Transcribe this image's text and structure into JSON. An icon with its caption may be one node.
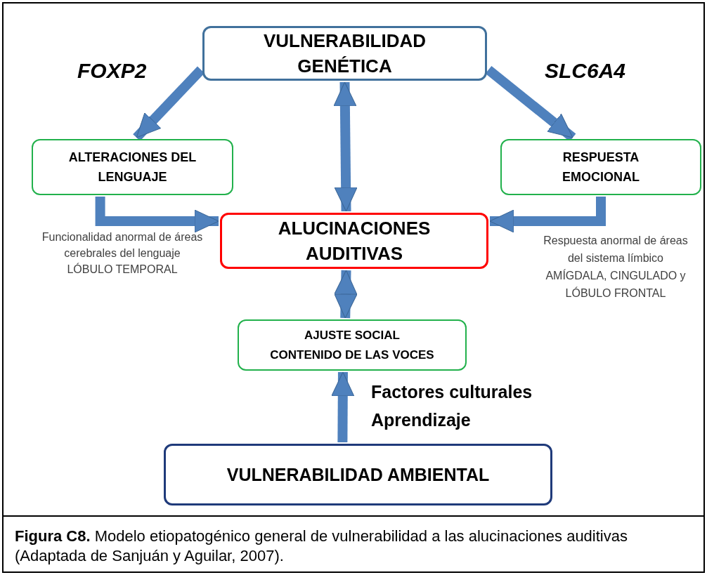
{
  "diagram": {
    "caption": "**Figura C8.** Modelo etiopatogénico general de vulnerabilidad a las alucinaciones auditivas (Adaptada de Sanjuán y Aguilar, 2007).",
    "nodes": [
      {
        "text": [
          "VULNERABILIDAD GENÉTICA"
        ]
      },
      {
        "text": [
          "ALTERACIONES DEL LENGUAJE"
        ]
      },
      {
        "text": [
          "RESPUESTA EMOCIONAL"
        ]
      },
      {
        "text": [
          "ALUCINACIONES AUDITIVAS"
        ]
      },
      {
        "text": [
          "AJUSTE SOCIAL CONTENIDO DE LAS VOCES"
        ]
      },
      {
        "text": [
          "VULNERABILIDAD AMBIENTAL"
        ]
      }
    ],
    "edges": [
      {
        "from": 0,
        "to": 1,
        "arrow": "to",
        "label": "FOXP2"
      },
      {
        "from": 0,
        "to": 2,
        "arrow": "to",
        "label": "SLC6A4"
      },
      {
        "from": 0,
        "to": 3,
        "arrow": "both"
      },
      {
        "from": 1,
        "to": 3,
        "arrow": "to"
      },
      {
        "from": 2,
        "to": 3,
        "arrow": "to"
      },
      {
        "from": 3,
        "to": 4,
        "arrow": "both"
      },
      {
        "from": 5,
        "to": 4,
        "arrow": "to",
        "label": "Factores culturales Aprendizaje"
      }
    ],
    "labels": [
      "Funcionalidad anormal de áreas cerebrales del lenguaje",
      "LÓBULO TEMPORAL",
      "Respuesta anormal de áreas del sistema límbico",
      "AMÍGDALA, CINGULADO y LÓBULO FRONTAL"
    ]
  }
}
